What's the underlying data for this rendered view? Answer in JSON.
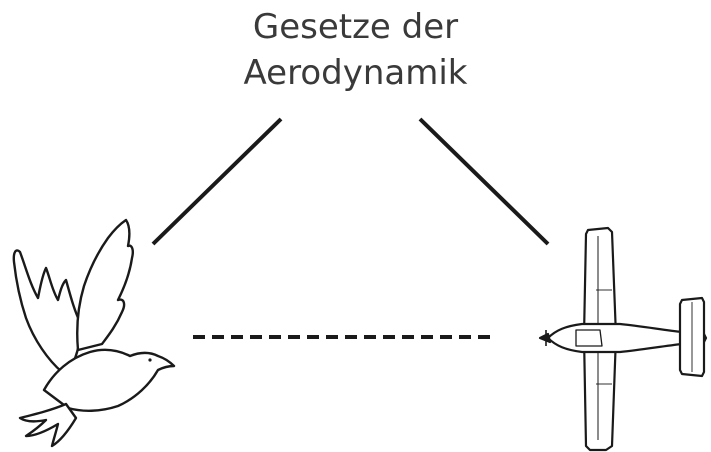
{
  "diagram": {
    "title_line1": "Gesetze der",
    "title_line2": "Aerodynamik",
    "nodes": [
      {
        "id": "top",
        "label": "Gesetze der Aerodynamik"
      },
      {
        "id": "bird",
        "icon": "dove-icon"
      },
      {
        "id": "plane",
        "icon": "airplane-icon"
      }
    ],
    "edges": [
      {
        "from": "top",
        "to": "bird",
        "style": "solid"
      },
      {
        "from": "top",
        "to": "plane",
        "style": "solid"
      },
      {
        "from": "bird",
        "to": "plane",
        "style": "dashed"
      }
    ],
    "colors": {
      "line": "#1a1a1a",
      "text": "#3a3a3a",
      "background": "#ffffff"
    }
  }
}
